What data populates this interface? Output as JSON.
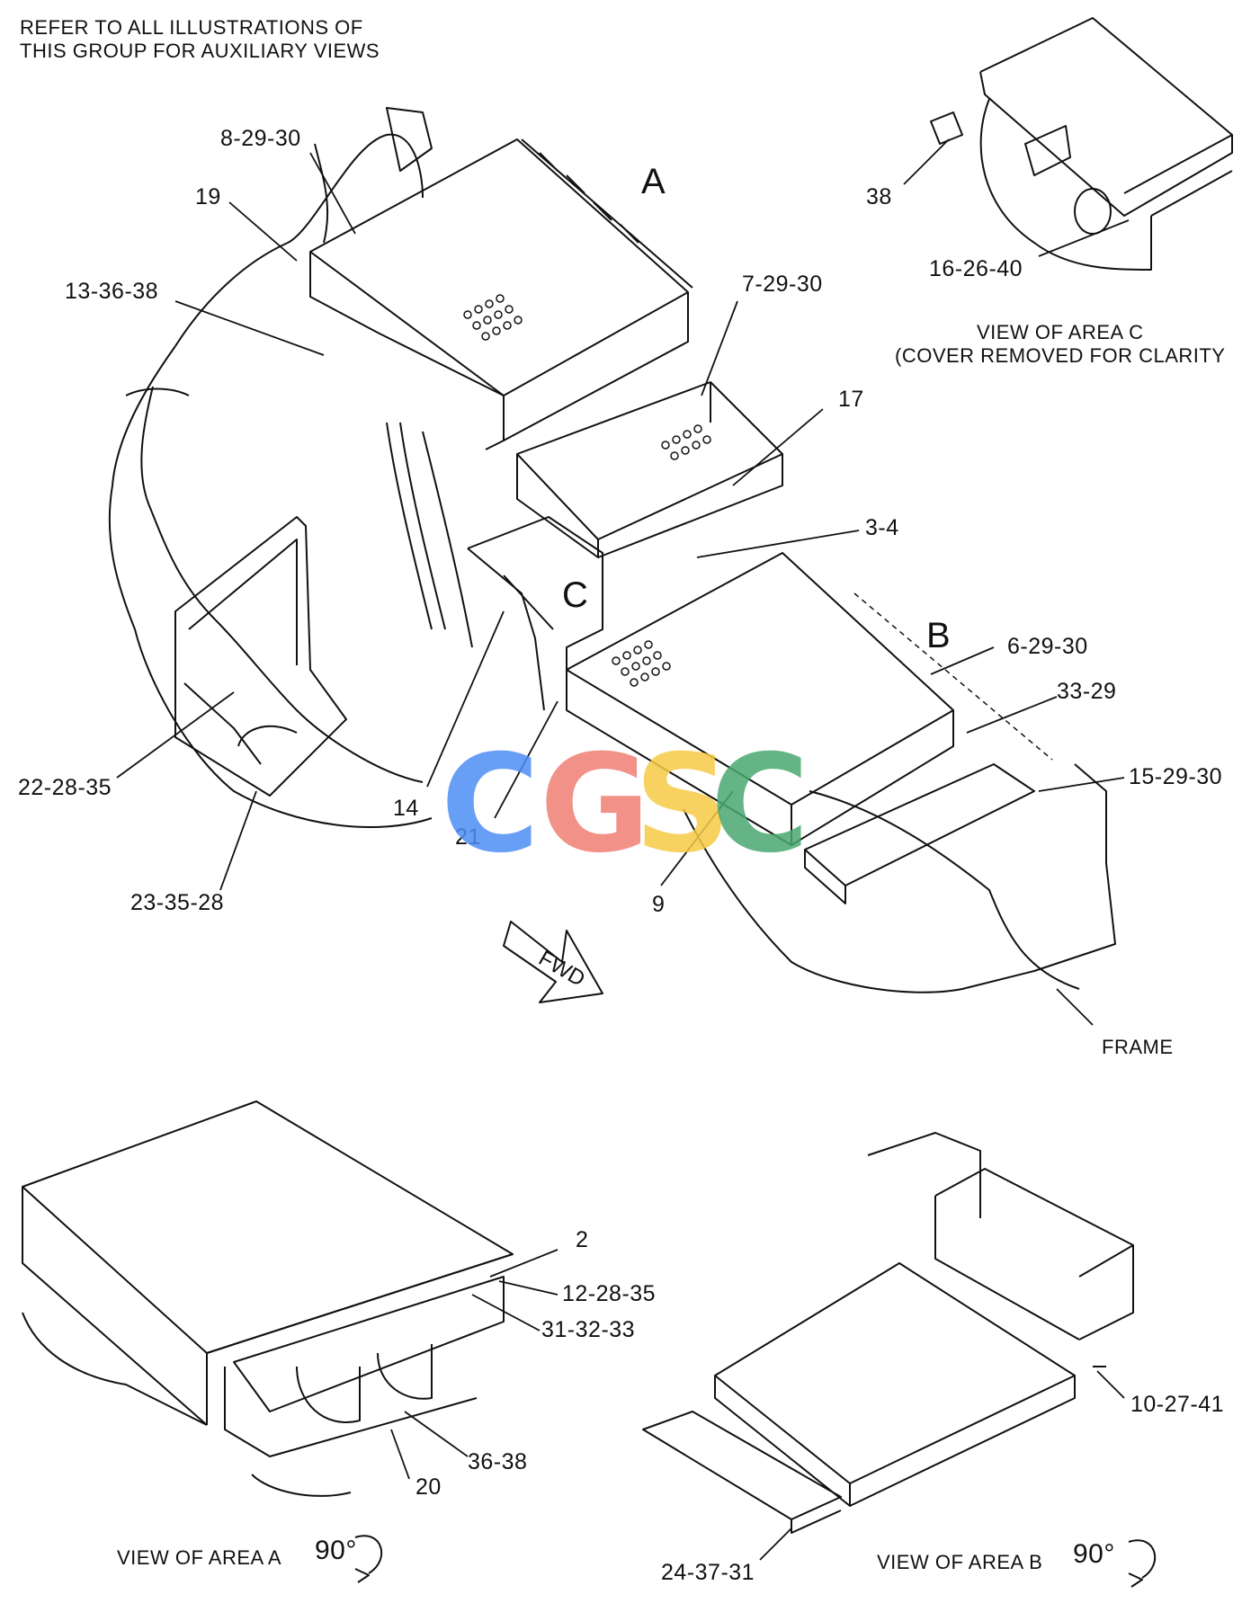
{
  "header_note": [
    "REFER TO ALL ILLUSTRATIONS OF",
    "THIS GROUP FOR AUXILIARY VIEWS"
  ],
  "area_labels": {
    "a": "A",
    "b": "B",
    "c": "C"
  },
  "main_callouts": {
    "c_8_29_30": "8-29-30",
    "c_19": "19",
    "c_13_36_38": "13-36-38",
    "c_7_29_30": "7-29-30",
    "c_17": "17",
    "c_3_4": "3-4",
    "c_6_29_30": "6-29-30",
    "c_33_29": "33-29",
    "c_15_29_30": "15-29-30",
    "c_22_28_35": "22-28-35",
    "c_23_35_28": "23-35-28",
    "c_14": "14",
    "c_21": "21",
    "c_9": "9",
    "frame": "FRAME"
  },
  "fwd_label": "FWD",
  "view_c": {
    "callout_38": "38",
    "callout_16_26_40": "16-26-40",
    "caption": [
      "VIEW OF AREA  C",
      "(COVER REMOVED FOR CLARITY"
    ]
  },
  "view_a": {
    "callout_2": "2",
    "callout_12_28_35": "12-28-35",
    "callout_31_32_33": "31-32-33",
    "callout_36_38": "36-38",
    "callout_20": "20",
    "caption": "VIEW OF AREA  A",
    "rotation": "90°"
  },
  "view_b": {
    "callout_10_27_41": "10-27-41",
    "callout_24_37_31": "24-37-31",
    "caption": "VIEW OF AREA  B",
    "rotation": "90°"
  },
  "watermark": [
    "C",
    "G",
    "S",
    "C"
  ],
  "colors": {
    "wm_c1": "#4d8ef5",
    "wm_g": "#f07e73",
    "wm_s": "#f7cb45",
    "wm_c2": "#4aa870"
  }
}
